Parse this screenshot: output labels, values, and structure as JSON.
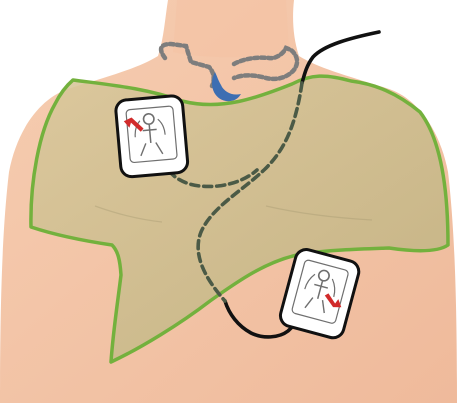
{
  "diagram": {
    "type": "aed-electrode-placement",
    "colors": {
      "background": "#ffffff",
      "skin": "#f4c5a6",
      "skin_shade": "#e7ad8f",
      "shirt_fill": "#cfc090",
      "shirt_stroke": "#73b13d",
      "wire_solid": "#111111",
      "wire_dashed": "#4b5a46",
      "collar_dashed": "#7d7d7d",
      "collar_moon": "#3d6eb2",
      "pad_border": "#111111",
      "pad_fill": "#ffffff",
      "pad_arrow": "#d12b2b"
    },
    "pads": [
      {
        "id": "upper-right-chest",
        "icon": "electrode-pad-icon"
      },
      {
        "id": "lower-left-side",
        "icon": "electrode-pad-icon"
      }
    ]
  }
}
